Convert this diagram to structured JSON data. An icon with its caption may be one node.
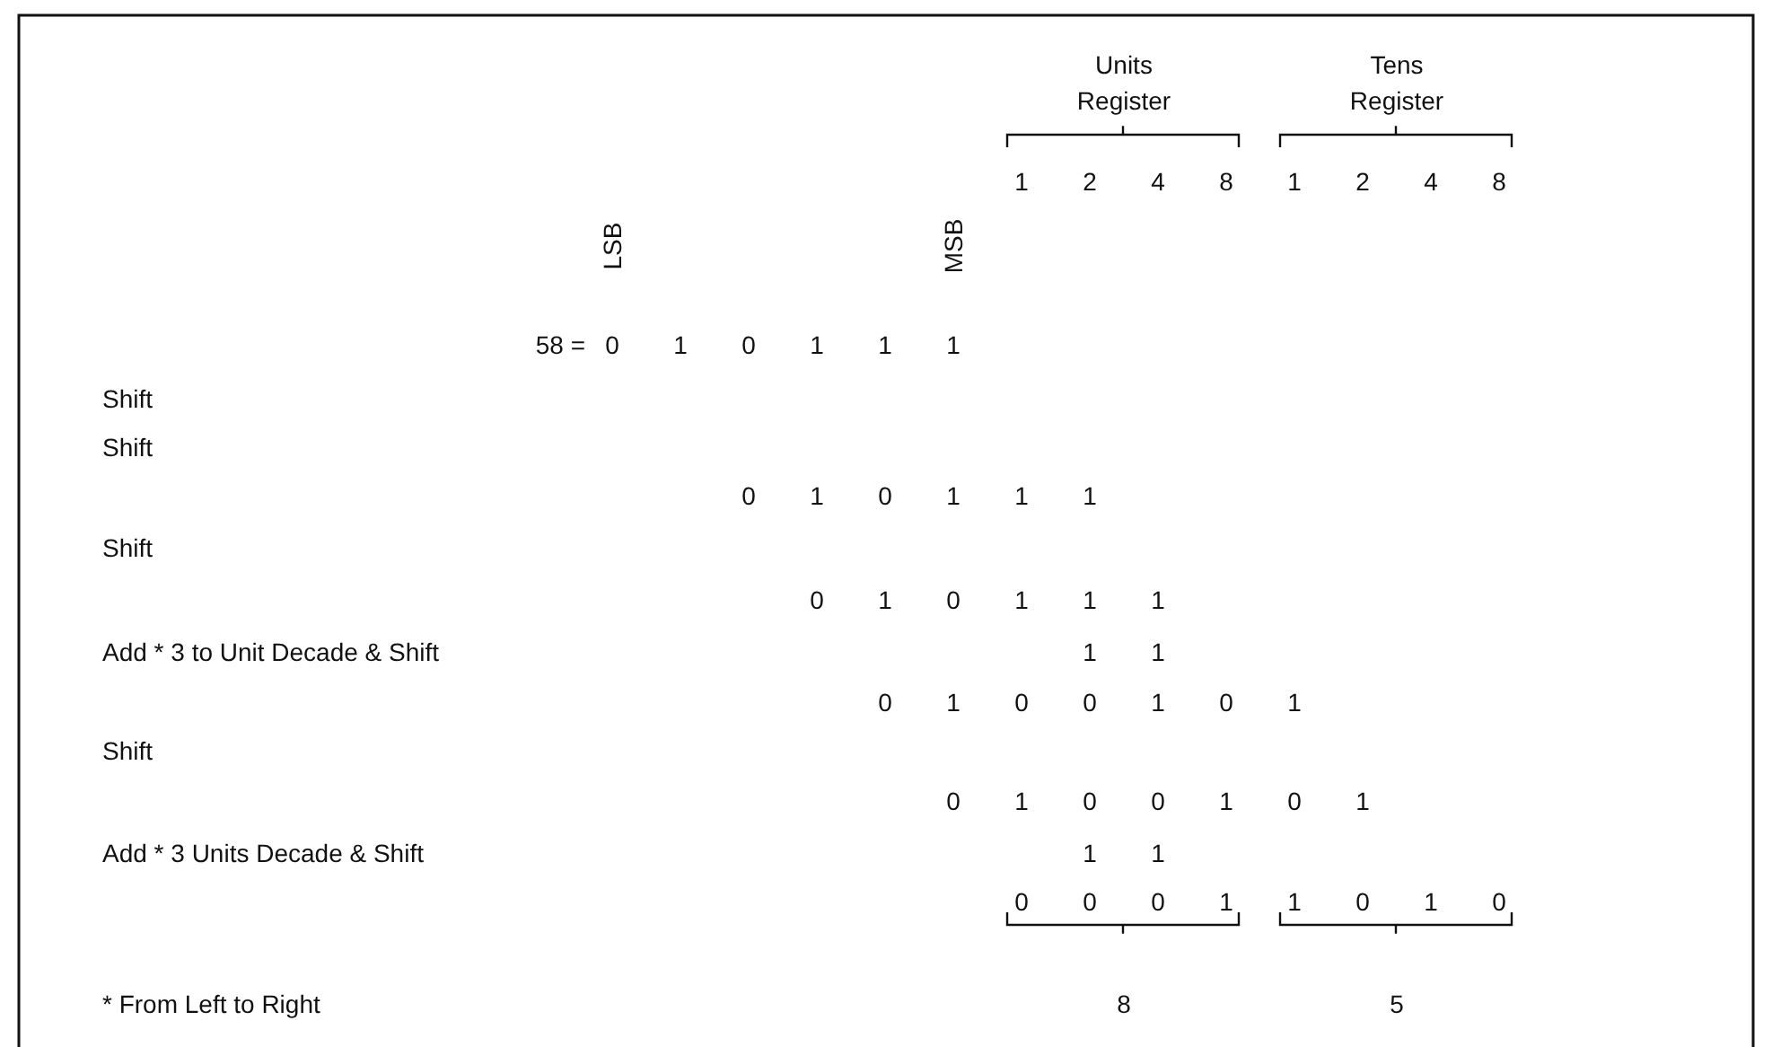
{
  "diagram": {
    "labels": [
      "Units Register",
      "Tens Register",
      "1",
      "2",
      "4",
      "8",
      "1",
      "2",
      "4",
      "8",
      "LSB",
      "MSB",
      "58 =",
      "0",
      "1",
      "0",
      "1",
      "1",
      "1",
      "Shift",
      "Shift",
      "0",
      "1",
      "0",
      "1",
      "1",
      "1",
      "Shift",
      "0",
      "1",
      "0",
      "1",
      "1",
      "1",
      "Add * 3 to Unit Decade & Shift",
      "1",
      "1",
      "0",
      "1",
      "0",
      "0",
      "1",
      "0",
      "1",
      "Shift",
      "0",
      "1",
      "0",
      "0",
      "1",
      "0",
      "1",
      "Add * 3 Units Decade & Shift",
      "1",
      "1",
      "0",
      "0",
      "0",
      "1",
      "1",
      "0",
      "1",
      "0",
      "* From Left to Right",
      "8",
      "5"
    ]
  }
}
